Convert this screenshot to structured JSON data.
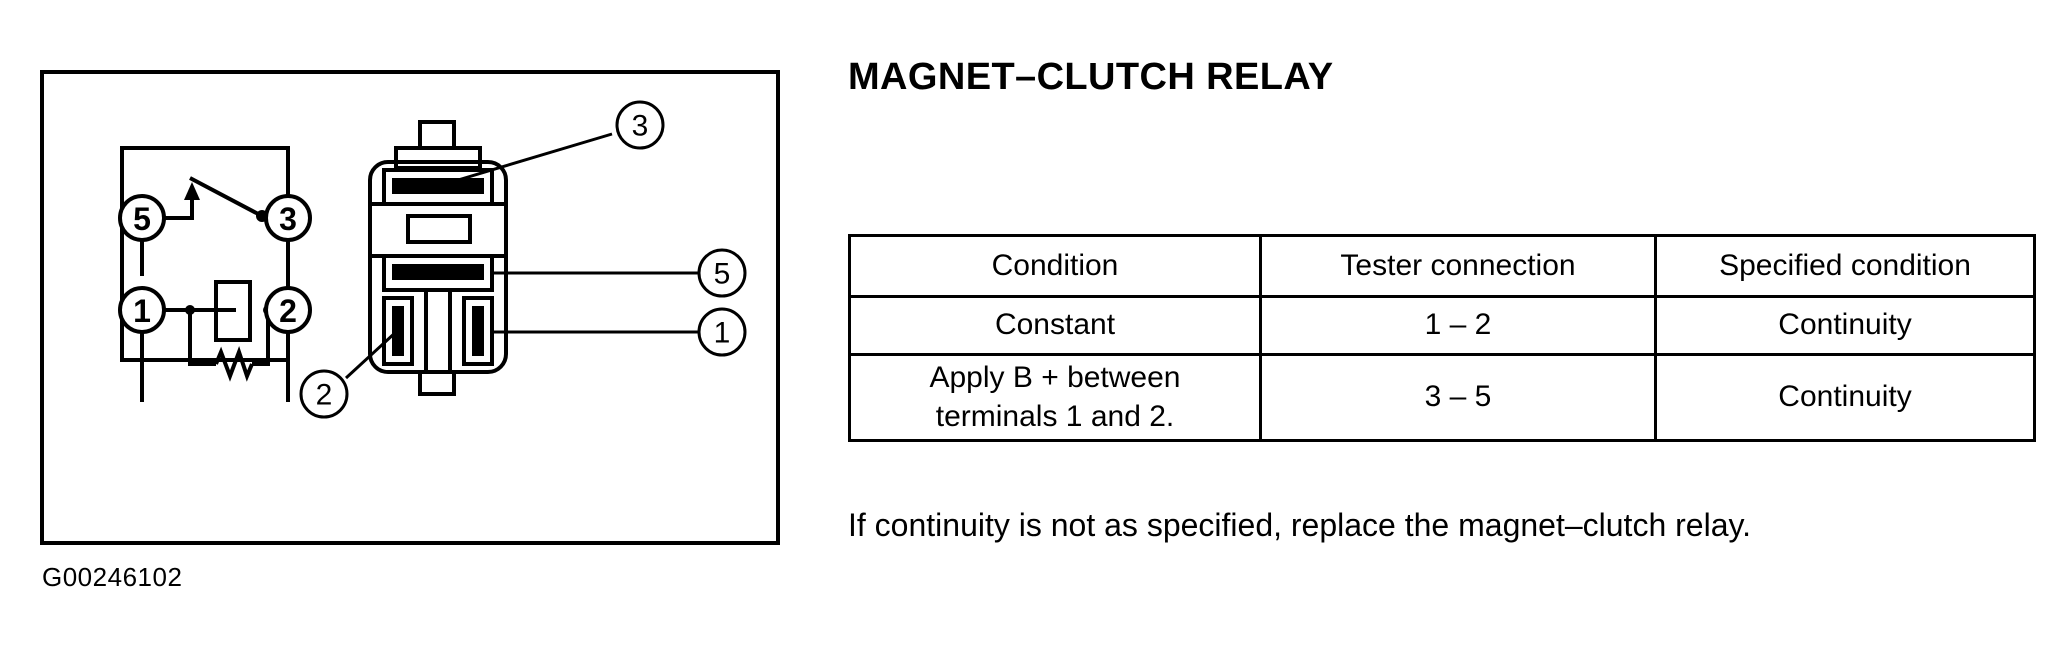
{
  "figure": {
    "id_code": "G00246102",
    "schematic": {
      "terminal_labels": [
        "5",
        "3",
        "1",
        "2"
      ],
      "components": [
        "switch-contact",
        "coil",
        "resistor"
      ]
    },
    "connector": {
      "callout_labels": [
        "3",
        "5",
        "1",
        "2"
      ]
    }
  },
  "heading": {
    "title": "MAGNET–CLUTCH RELAY"
  },
  "table": {
    "headers": [
      "Condition",
      "Tester connection",
      "Specified condition"
    ],
    "rows": [
      {
        "condition": "Constant",
        "tester_connection": "1 – 2",
        "specified_condition": "Continuity"
      },
      {
        "condition_line1": "Apply B + between",
        "condition_line2": "terminals 1 and 2.",
        "tester_connection": "3 – 5",
        "specified_condition": "Continuity"
      }
    ]
  },
  "footer": {
    "note": "If continuity is not as specified, replace the magnet–clutch relay."
  },
  "colors": {
    "ink": "#000000",
    "paper": "#ffffff"
  }
}
